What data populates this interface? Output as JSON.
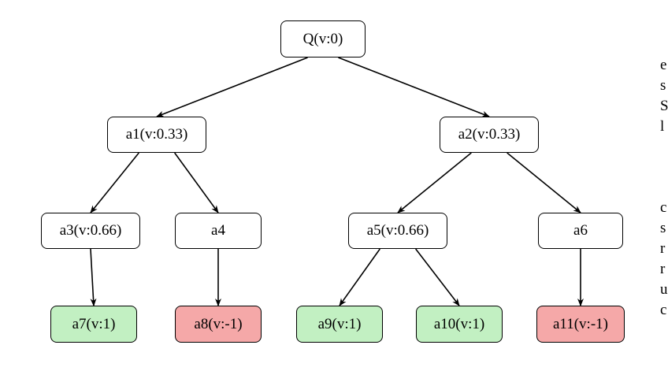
{
  "tree": {
    "nodes": [
      {
        "id": "Q",
        "label": "Q(v:0)",
        "status": "neutral"
      },
      {
        "id": "a1",
        "label": "a1(v:0.33)",
        "status": "neutral"
      },
      {
        "id": "a2",
        "label": "a2(v:0.33)",
        "status": "neutral"
      },
      {
        "id": "a3",
        "label": "a3(v:0.66)",
        "status": "neutral"
      },
      {
        "id": "a4",
        "label": "a4",
        "status": "neutral"
      },
      {
        "id": "a5",
        "label": "a5(v:0.66)",
        "status": "neutral"
      },
      {
        "id": "a6",
        "label": "a6",
        "status": "neutral"
      },
      {
        "id": "a7",
        "label": "a7(v:1)",
        "status": "win"
      },
      {
        "id": "a8",
        "label": "a8(v:-1)",
        "status": "loss"
      },
      {
        "id": "a9",
        "label": "a9(v:1)",
        "status": "win"
      },
      {
        "id": "a10",
        "label": "a10(v:1)",
        "status": "win"
      },
      {
        "id": "a11",
        "label": "a11(v:-1)",
        "status": "loss"
      }
    ],
    "edges": [
      [
        "Q",
        "a1"
      ],
      [
        "Q",
        "a2"
      ],
      [
        "a1",
        "a3"
      ],
      [
        "a1",
        "a4"
      ],
      [
        "a2",
        "a5"
      ],
      [
        "a2",
        "a6"
      ],
      [
        "a3",
        "a7"
      ],
      [
        "a4",
        "a8"
      ],
      [
        "a5",
        "a9"
      ],
      [
        "a5",
        "a10"
      ],
      [
        "a6",
        "a11"
      ]
    ],
    "colors": {
      "win": "#c2f0c2",
      "loss": "#f5a8a8",
      "neutral": "#ffffff",
      "stroke": "#000000"
    }
  },
  "margin_text": [
    "e",
    "s",
    "S",
    "l",
    "c",
    "s",
    "r",
    "r",
    "u",
    "c"
  ]
}
